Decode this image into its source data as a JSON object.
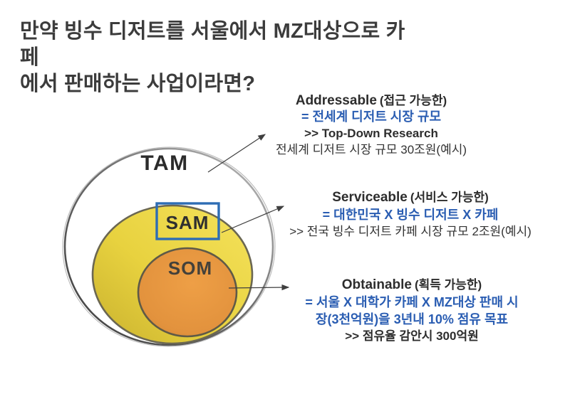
{
  "slide": {
    "title_line1": "만약 빙수 디저트를 서울에서 MZ대상으로 카페",
    "title_line2": "에서 판매하는 사업이라면?"
  },
  "venn": {
    "tam_label": "TAM",
    "sam_label": "SAM",
    "som_label": "SOM",
    "colors": {
      "tam_fill": "#ffffff",
      "sam_fill": "#e8d23f",
      "som_fill": "#e2923d",
      "circle_outline": "#4a4a4a",
      "sam_box_border": "#2e6db4",
      "accent_blue": "#2a5db2",
      "text_dark": "#2d2d2d"
    }
  },
  "annotations": {
    "addressable": {
      "title_en": "Addressable",
      "title_ko": "(접근 가능한)",
      "formula": "= 전세계 디저트 시장 규모",
      "method": ">> Top-Down Research",
      "estimate": "전세계 디저트 시장 규모 30조원(예시)"
    },
    "serviceable": {
      "title_en": "Serviceable",
      "title_ko": "(서비스 가능한)",
      "formula": "= 대한민국 X 빙수 디저트 X 카페",
      "estimate": ">> 전국 빙수 디저트 카페 시장 규모 2조원(예시)"
    },
    "obtainable": {
      "title_en": "Obtainable",
      "title_ko": "(획득 가능한)",
      "formula_line1": "= 서울 X 대학가 카페 X MZ대상 판매 시",
      "formula_line2": "장(3천억원)을 3년내 10% 점유 목표",
      "estimate": ">> 점유율 감안시 300억원"
    }
  }
}
